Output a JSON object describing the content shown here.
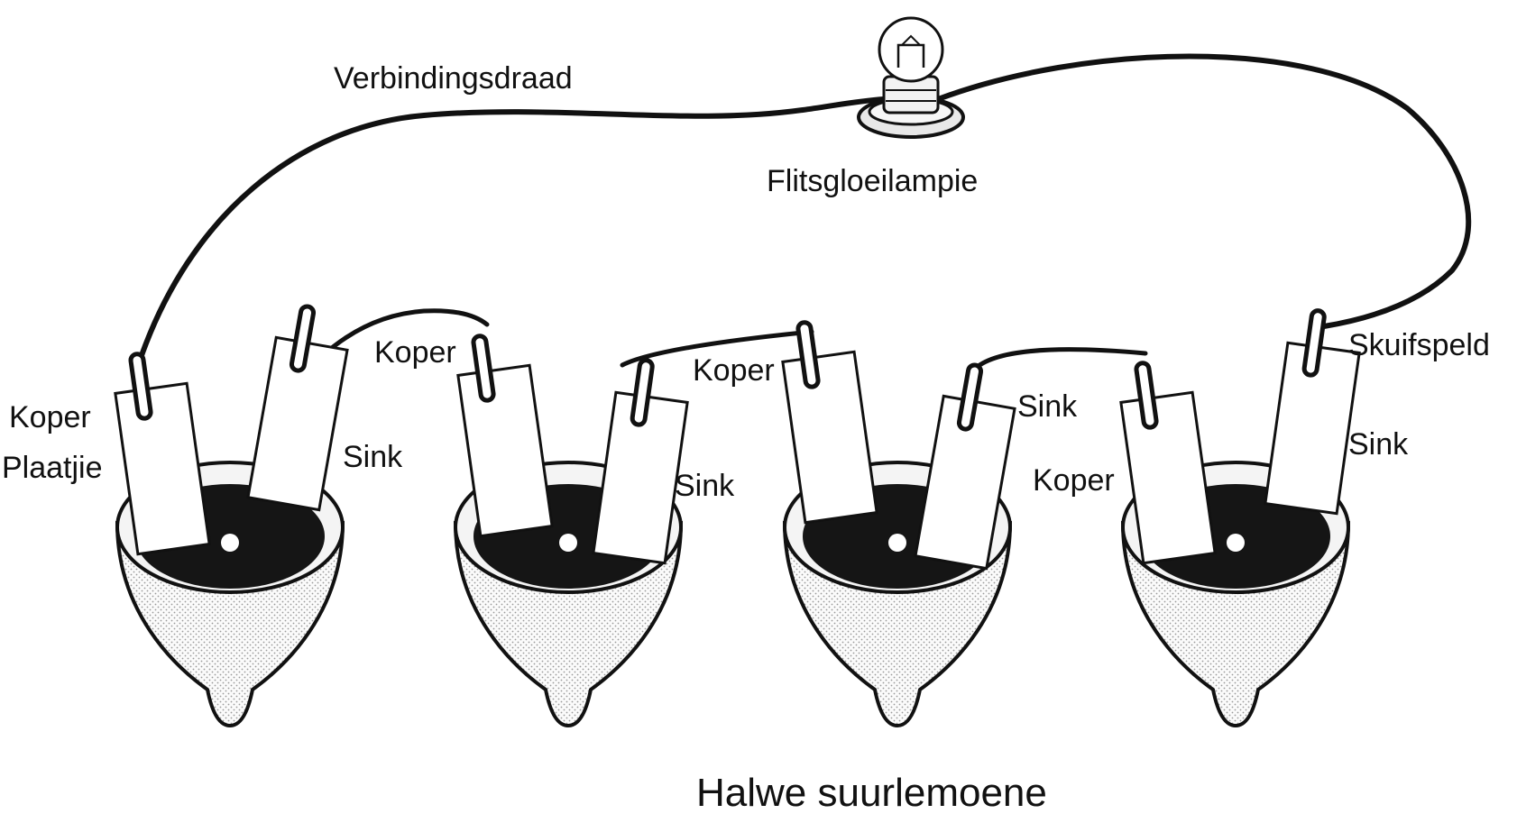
{
  "labels": {
    "wire": "Verbindingsdraad",
    "bulb": "Flitsgloeilampie",
    "koper_plaatjie_1": "Koper",
    "koper_plaatjie_2": "Plaatjie",
    "sink_1": "Sink",
    "koper_2": "Koper",
    "sink_2": "Sink",
    "koper_3": "Koper",
    "sink_3": "Sink",
    "koper_4": "Koper",
    "skuifspeld": "Skuifspeld",
    "sink_4": "Sink",
    "caption": "Halwe suurlemoene"
  },
  "colors": {
    "ink": "#111111",
    "juice": "#151515",
    "plate": "#ffffff",
    "peel": "#f4f4f4"
  },
  "components": {
    "lemon_halves": 4,
    "plates_per_lemon": [
      "Koper",
      "Sink"
    ]
  }
}
